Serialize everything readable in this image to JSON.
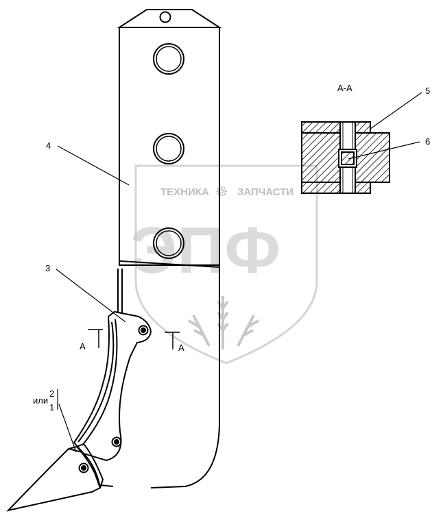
{
  "watermark": {
    "line1_left": "ТЕХНИКА",
    "line1_right": "ЗАПЧАСТИ",
    "big": "ЭПФ",
    "gear_icon": "gear-icon",
    "wheat_icon": "wheat-icon",
    "color": "#bdbdbd"
  },
  "section": {
    "title": "A-A",
    "mark_left": "A",
    "mark_right": "A"
  },
  "callouts": {
    "c2": "2",
    "ili": "или",
    "c1": "1",
    "c3": "3",
    "c4": "4",
    "c5": "5",
    "c6": "6"
  }
}
